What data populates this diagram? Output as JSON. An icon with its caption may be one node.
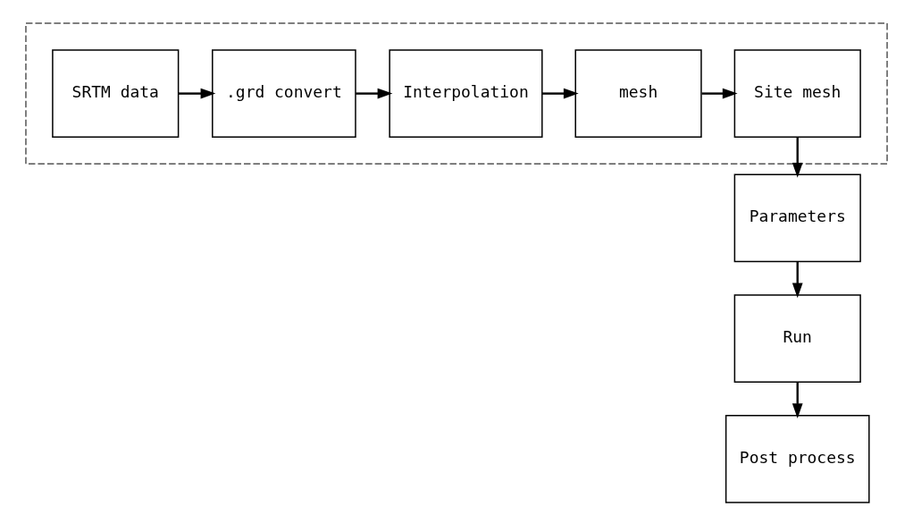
{
  "diagram": {
    "nodes": [
      {
        "text": [],
        "shape": "box"
      },
      {
        "text": [
          "SRTM data"
        ],
        "in": 0
      },
      {
        "text": [
          ".grd convert"
        ],
        "in": 0
      },
      {
        "text": [
          "Interpolation"
        ],
        "in": 0
      },
      {
        "text": [
          "mesh"
        ],
        "in": 0
      },
      {
        "text": [
          "Site mesh"
        ],
        "in": 0
      },
      {
        "text": [
          "Parameters"
        ]
      },
      {
        "text": [
          "Run"
        ]
      },
      {
        "text": [
          "Post process"
        ]
      }
    ],
    "edges": [
      {
        "from": 1,
        "to": 2,
        "arrow": "to"
      },
      {
        "from": 2,
        "to": 3,
        "arrow": "to"
      },
      {
        "from": 3,
        "to": 4,
        "arrow": "to"
      },
      {
        "from": 4,
        "to": 5,
        "arrow": "to"
      },
      {
        "from": 5,
        "to": 6,
        "arrow": "to"
      },
      {
        "from": 6,
        "to": 7,
        "arrow": "to"
      },
      {
        "from": 7,
        "to": 8,
        "arrow": "to"
      }
    ]
  }
}
